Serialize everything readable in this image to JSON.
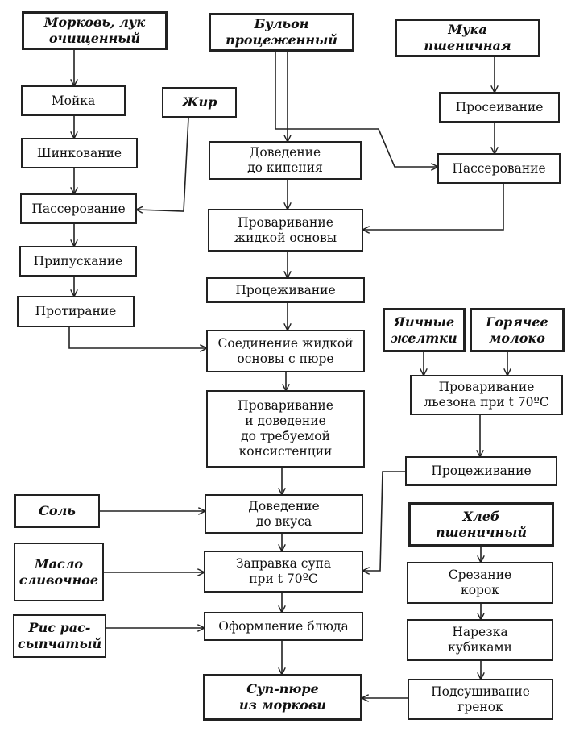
{
  "nodes": [
    {
      "id": "n1",
      "lines": [
        "Морковь, лук",
        "очищенный"
      ],
      "style": "ital"
    },
    {
      "id": "n2",
      "lines": [
        "Бульон",
        "процеженный"
      ],
      "style": "ital"
    },
    {
      "id": "n3",
      "lines": [
        "Мука",
        "пшеничная"
      ],
      "style": "ital"
    },
    {
      "id": "n4",
      "lines": [
        "Мойка"
      ]
    },
    {
      "id": "n5",
      "lines": [
        "Жир"
      ],
      "style": "ital"
    },
    {
      "id": "n6",
      "lines": [
        "Просеивание"
      ]
    },
    {
      "id": "n7",
      "lines": [
        "Шинкование"
      ]
    },
    {
      "id": "n8",
      "lines": [
        "Доведение",
        "до кипения"
      ]
    },
    {
      "id": "n9",
      "lines": [
        "Пассерование"
      ]
    },
    {
      "id": "n10",
      "lines": [
        "Пассерование"
      ]
    },
    {
      "id": "n11",
      "lines": [
        "Проваривание",
        "жидкой основы"
      ]
    },
    {
      "id": "n12",
      "lines": [
        "Припускание"
      ]
    },
    {
      "id": "n13",
      "lines": [
        "Процеживание"
      ]
    },
    {
      "id": "n14",
      "lines": [
        "Протирание"
      ]
    },
    {
      "id": "n15",
      "lines": [
        "Яичные",
        "желтки"
      ],
      "style": "ital"
    },
    {
      "id": "n16",
      "lines": [
        "Горячее",
        "молоко"
      ],
      "style": "ital"
    },
    {
      "id": "n17",
      "lines": [
        "Соединение жидкой",
        "основы с пюре"
      ]
    },
    {
      "id": "n18",
      "lines": [
        "Проваривание",
        "льезона при t 70ºC"
      ]
    },
    {
      "id": "n19",
      "lines": [
        "Проваривание",
        "и доведение",
        "до требуемой",
        "консистенции"
      ]
    },
    {
      "id": "n20",
      "lines": [
        "Процеживание"
      ]
    },
    {
      "id": "n21",
      "lines": [
        "Соль"
      ],
      "style": "ital"
    },
    {
      "id": "n22",
      "lines": [
        "Доведение",
        "до вкуса"
      ]
    },
    {
      "id": "n23",
      "lines": [
        "Хлеб",
        "пшеничный"
      ],
      "style": "ital"
    },
    {
      "id": "n24",
      "lines": [
        "Масло",
        "сливочное"
      ],
      "style": "ital"
    },
    {
      "id": "n25",
      "lines": [
        "Заправка супа",
        "при t 70ºC"
      ]
    },
    {
      "id": "n26",
      "lines": [
        "Срезание",
        "корок"
      ]
    },
    {
      "id": "n27",
      "lines": [
        "Рис рас-",
        "сыпчатый"
      ],
      "style": "ital"
    },
    {
      "id": "n28",
      "lines": [
        "Оформление блюда"
      ]
    },
    {
      "id": "n29",
      "lines": [
        "Нарезка",
        "кубиками"
      ]
    },
    {
      "id": "n30",
      "lines": [
        "Суп-пюре",
        "из моркови"
      ],
      "style": "ital"
    },
    {
      "id": "n31",
      "lines": [
        "Подсушивание",
        "гренок"
      ]
    }
  ],
  "edges": [
    [
      "n1",
      "n4"
    ],
    [
      "n4",
      "n7"
    ],
    [
      "n7",
      "n9"
    ],
    [
      "n5",
      "n9"
    ],
    [
      "n9",
      "n12"
    ],
    [
      "n12",
      "n14"
    ],
    [
      "n14",
      "n17"
    ],
    [
      "n2",
      "n8"
    ],
    [
      "n2",
      "n10"
    ],
    [
      "n8",
      "n11"
    ],
    [
      "n11",
      "n13"
    ],
    [
      "n13",
      "n17"
    ],
    [
      "n17",
      "n19"
    ],
    [
      "n19",
      "n22"
    ],
    [
      "n21",
      "n22"
    ],
    [
      "n22",
      "n25"
    ],
    [
      "n24",
      "n25"
    ],
    [
      "n25",
      "n28"
    ],
    [
      "n27",
      "n28"
    ],
    [
      "n28",
      "n30"
    ],
    [
      "n3",
      "n6"
    ],
    [
      "n6",
      "n10"
    ],
    [
      "n10",
      "n11"
    ],
    [
      "n15",
      "n18"
    ],
    [
      "n16",
      "n18"
    ],
    [
      "n18",
      "n20"
    ],
    [
      "n20",
      "n25"
    ],
    [
      "n23",
      "n26"
    ],
    [
      "n26",
      "n29"
    ],
    [
      "n29",
      "n31"
    ],
    [
      "n31",
      "n30"
    ]
  ]
}
